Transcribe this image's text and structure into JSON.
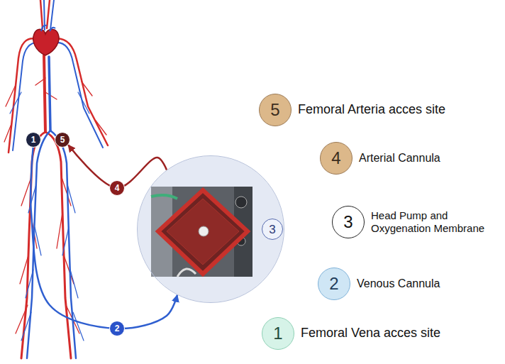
{
  "diagram": {
    "nodes": [
      {
        "text": [
          "1"
        ]
      },
      {
        "text": [
          "5"
        ]
      },
      {
        "text": [
          "3"
        ]
      },
      {
        "text": [
          "5",
          "Femoral Arteria acces site"
        ]
      },
      {
        "text": [
          "4",
          "Arterial Cannula"
        ]
      },
      {
        "text": [
          "3",
          "Head Pump and Oxygenation Membrane"
        ]
      },
      {
        "text": [
          "2",
          "Venous Cannula"
        ]
      },
      {
        "text": [
          "1",
          "Femoral Vena acces site"
        ]
      }
    ],
    "edges": [
      {
        "from": 0,
        "to": 2,
        "label": "2",
        "arrow": "to"
      },
      {
        "from": 2,
        "to": 1,
        "label": "4",
        "arrow": "to"
      }
    ]
  }
}
